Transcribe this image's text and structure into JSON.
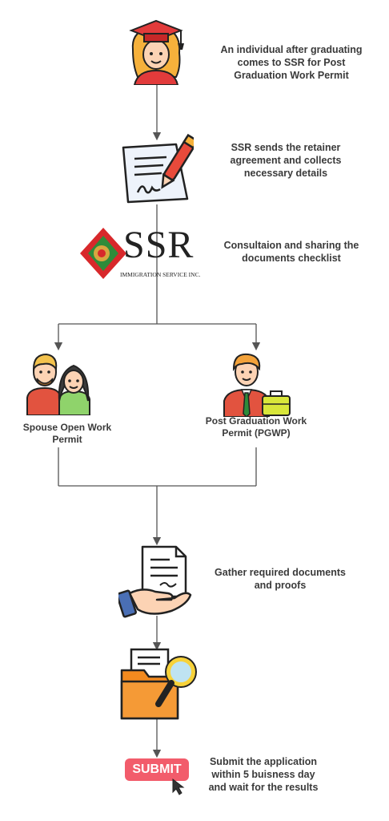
{
  "steps": {
    "graduate": "An individual after graduating comes to SSR for Post Graduation Work Permit",
    "retainer": "SSR sends the retainer agreement and collects necessary details",
    "consultation": "Consultaion and sharing the documents checklist",
    "gather": "Gather required documents and proofs",
    "submit": "Submit the application within 5 buisness day and wait for the results"
  },
  "branches": {
    "spouse": "Spouse Open Work Permit",
    "pgwp": "Post Graduation Work Permit (PGWP)"
  },
  "logo": {
    "name": "SSR",
    "tagline": "IMMIGRATION SERVICE INC."
  },
  "submit_button": {
    "label": "SUBMIT"
  },
  "colors": {
    "line": "#555555",
    "text": "#3a3a3a",
    "submit_red": "#f25c6b",
    "logo_red": "#d8282b",
    "logo_green": "#2e8b3a",
    "folder_orange": "#f28a1f",
    "magnifier_yellow": "#f7d23a"
  }
}
